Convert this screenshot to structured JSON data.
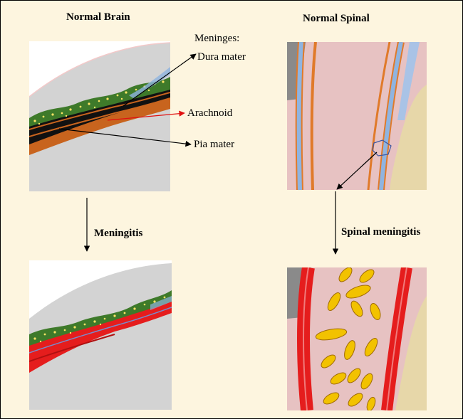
{
  "titles": {
    "normal_brain": "Normal Brain",
    "normal_spinal": "Normal Spinal"
  },
  "labels": {
    "meninges": "Meninges:",
    "dura_mater": "Dura mater",
    "arachnoid": "Arachnoid",
    "pia_mater": "Pia mater"
  },
  "transitions": {
    "meningitis": "Meningitis",
    "spinal_meningitis": "Spinal meningitis"
  },
  "colors": {
    "background": "#fdf5df",
    "brain_gray": "#d3d3d3",
    "green_layer": "#3e7a2a",
    "orange_layer": "#c8641e",
    "inflamed_red": "#e51d1d",
    "spinal_pink": "#e8c4c4",
    "pus_yellow": "#f2c200",
    "arrow_red": "#e01010"
  }
}
